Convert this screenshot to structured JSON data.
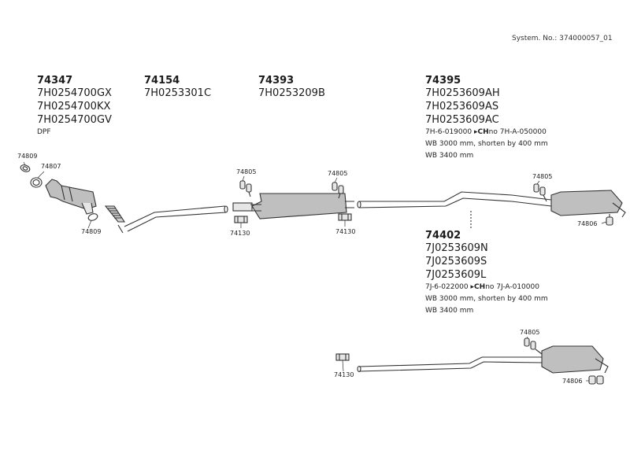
{
  "system_no": "System. No.: 374000057_01",
  "groups": [
    {
      "part": "74347",
      "oem": [
        "7H0254700GX",
        "7H0254700KX",
        "7H0254700GV"
      ],
      "note": "DPF"
    },
    {
      "part": "74154",
      "oem": [
        "7H0253301C"
      ]
    },
    {
      "part": "74393",
      "oem": [
        "7H0253209B"
      ]
    },
    {
      "part": "74395",
      "oem": [
        "7H0253609AH",
        "7H0253609AS",
        "7H0253609AC"
      ],
      "ch": {
        "from": "7H-6-019000",
        "marker": "CH",
        "no": "no",
        "to": "7H-A-050000"
      },
      "notes": [
        "WB 3000 mm, shorten by 400 mm",
        "WB 3400 mm"
      ]
    },
    {
      "part": "74402",
      "oem": [
        "7J0253609N",
        "7J0253609S",
        "7J0253609L"
      ],
      "ch": {
        "from": "7J-6-022000",
        "marker": "CH",
        "no": "no",
        "to": "7J-A-010000"
      },
      "notes": [
        "WB 3000 mm, shorten by 400 mm",
        "WB 3400 mm"
      ]
    }
  ],
  "callouts": {
    "c74809a": "74809",
    "c74807": "74807",
    "c74809b": "74809",
    "c74805a": "74805",
    "c74805b": "74805",
    "c74130a": "74130",
    "c74130b": "74130",
    "c74805c": "74805",
    "c74806a": "74806",
    "c74805d": "74805",
    "c74806b": "74806",
    "c74130c": "74130"
  },
  "colors": {
    "line": "#333333",
    "fill": "#bfbfbf",
    "fill_light": "#e6e6e6"
  }
}
